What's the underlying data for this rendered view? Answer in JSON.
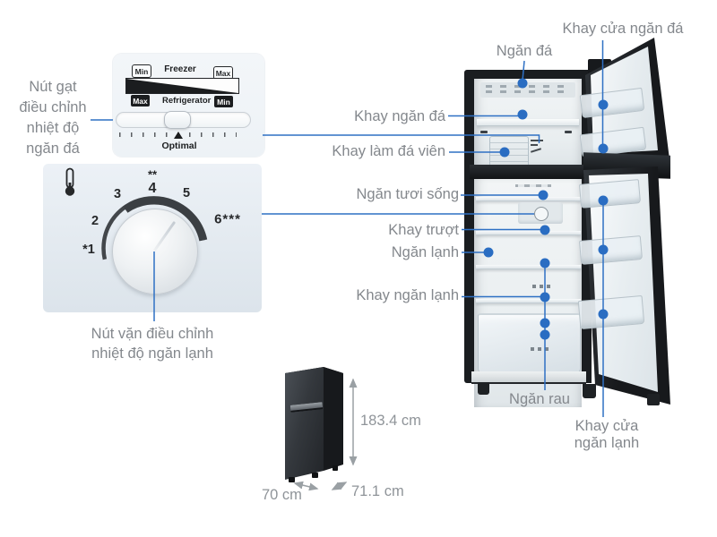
{
  "colors": {
    "accent_blue": "#2e70c4",
    "dot_blue": "#2a6dc2",
    "label_gray": "#84888d",
    "panel_light": "#eef3f7",
    "fridge_dark": "#1a1d20"
  },
  "icons": {
    "dial_panel": "thermometer-icon",
    "slider_pointer": "triangle-up-marker",
    "dimension_arrows": "double-arrow"
  },
  "slider_panel": {
    "freezer_min": "Min",
    "freezer_label": "Freezer",
    "freezer_max": "Max",
    "fridge_max": "Max",
    "fridge_label": "Refrigerator",
    "fridge_min": "Min",
    "optimal": "Optimal"
  },
  "dial_panel": {
    "marks": [
      "*1",
      "2",
      "3",
      "4",
      "**",
      "5",
      "6***"
    ]
  },
  "callouts": {
    "nut_gat_lines": [
      "Nút gạt",
      "điều chỉnh",
      "nhiệt độ",
      "ngăn đá"
    ],
    "nut_van_lines": [
      "Nút vặn điều chỉnh",
      "nhiệt độ ngăn lạnh"
    ],
    "khay_cua_ngan_da": "Khay cửa ngăn đá",
    "ngan_da": "Ngăn đá",
    "khay_ngan_da": "Khay ngăn đá",
    "khay_lam_da_vien": "Khay làm đá viên",
    "ngan_tuoi_song": "Ngăn tươi sống",
    "khay_truot": "Khay trượt",
    "ngan_lanh": "Ngăn lạnh",
    "khay_ngan_lanh": "Khay ngăn lạnh",
    "ngan_rau": "Ngăn rau",
    "khay_cua_ngan_lanh_lines": [
      "Khay cửa",
      "ngăn lạnh"
    ]
  },
  "dimensions": {
    "height": "183.4 cm",
    "width": "70 cm",
    "depth": "71.1 cm"
  }
}
